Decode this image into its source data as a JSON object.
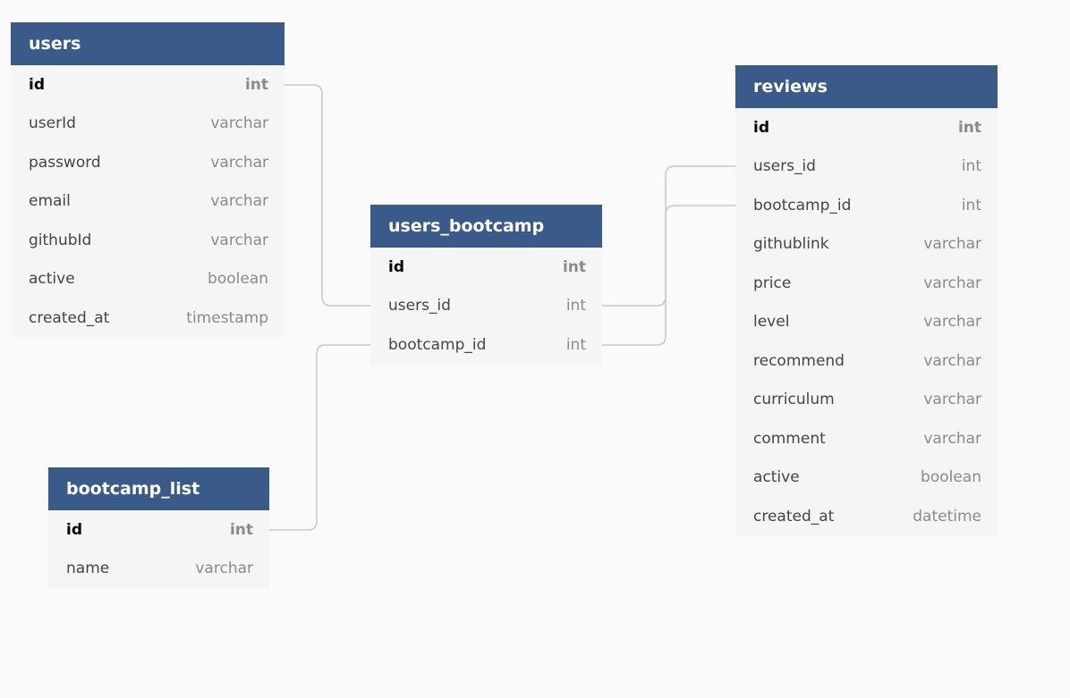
{
  "tables": {
    "users": {
      "name": "users",
      "columns": [
        {
          "name": "id",
          "type": "int",
          "pk": true
        },
        {
          "name": "userId",
          "type": "varchar"
        },
        {
          "name": "password",
          "type": "varchar"
        },
        {
          "name": "email",
          "type": "varchar"
        },
        {
          "name": "githubId",
          "type": "varchar"
        },
        {
          "name": "active",
          "type": "boolean"
        },
        {
          "name": "created_at",
          "type": "timestamp"
        }
      ]
    },
    "users_bootcamp": {
      "name": "users_bootcamp",
      "columns": [
        {
          "name": "id",
          "type": "int",
          "pk": true
        },
        {
          "name": "users_id",
          "type": "int"
        },
        {
          "name": "bootcamp_id",
          "type": "int"
        }
      ]
    },
    "reviews": {
      "name": "reviews",
      "columns": [
        {
          "name": "id",
          "type": "int",
          "pk": true
        },
        {
          "name": "users_id",
          "type": "int"
        },
        {
          "name": "bootcamp_id",
          "type": "int"
        },
        {
          "name": "githublink",
          "type": "varchar"
        },
        {
          "name": "price",
          "type": "varchar"
        },
        {
          "name": "level",
          "type": "varchar"
        },
        {
          "name": "recommend",
          "type": "varchar"
        },
        {
          "name": "curriculum",
          "type": "varchar"
        },
        {
          "name": "comment",
          "type": "varchar"
        },
        {
          "name": "active",
          "type": "boolean"
        },
        {
          "name": "created_at",
          "type": "datetime"
        }
      ]
    },
    "bootcamp_list": {
      "name": "bootcamp_list",
      "columns": [
        {
          "name": "id",
          "type": "int",
          "pk": true
        },
        {
          "name": "name",
          "type": "varchar"
        }
      ]
    }
  },
  "relations": [
    {
      "from": "users.id",
      "to": "users_bootcamp.users_id"
    },
    {
      "from": "bootcamp_list.id",
      "to": "users_bootcamp.bootcamp_id"
    },
    {
      "from": "users_bootcamp.users_id",
      "to": "reviews.users_id"
    },
    {
      "from": "users_bootcamp.bootcamp_id",
      "to": "reviews.bootcamp_id"
    }
  ],
  "colors": {
    "header": "#3a5a89",
    "header_text": "#ffffff",
    "body": "#f5f5f5",
    "connector": "#c8c8c8",
    "background": "#fafafa"
  }
}
